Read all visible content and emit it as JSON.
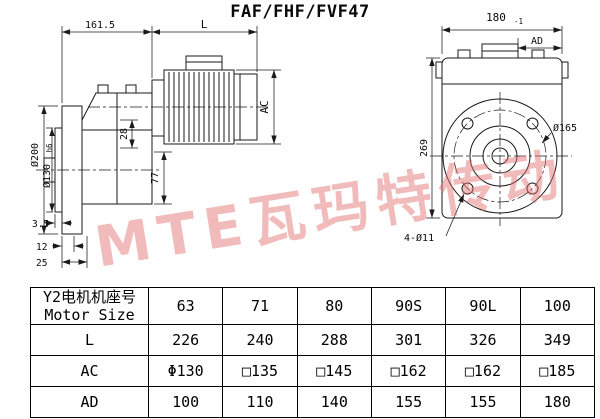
{
  "title": "FAF/FHF/FVF47",
  "watermark": "MTE瓦玛特传动",
  "drawing": {
    "side_view": {
      "dim_161_5": "161.5",
      "dim_L": "L",
      "dim_AC": "AC",
      "dim_d200": "Ø200",
      "dim_d130": "Ø130",
      "dim_d130_tol": "h6",
      "dim_28": "28",
      "dim_77": "77",
      "dim_3_5": "3.5",
      "dim_12": "12",
      "dim_25": "25"
    },
    "front_view": {
      "dim_180": "180",
      "dim_180_tol": "-1",
      "dim_AD": "AD",
      "dim_269": "269",
      "dim_d165": "Ø165",
      "dim_holes": "4-Ø11"
    }
  },
  "table": {
    "motor_label_cn": "Y2电机机座号",
    "motor_label_en": "Motor Size",
    "sizes": [
      "63",
      "71",
      "80",
      "90S",
      "90L",
      "100"
    ],
    "rows": [
      {
        "label": "L",
        "values": [
          "226",
          "240",
          "288",
          "301",
          "326",
          "349"
        ]
      },
      {
        "label": "AC",
        "values": [
          "Φ130",
          "□135",
          "□145",
          "□162",
          "□162",
          "□185"
        ]
      },
      {
        "label": "AD",
        "values": [
          "100",
          "110",
          "140",
          "155",
          "155",
          "180"
        ]
      }
    ]
  }
}
